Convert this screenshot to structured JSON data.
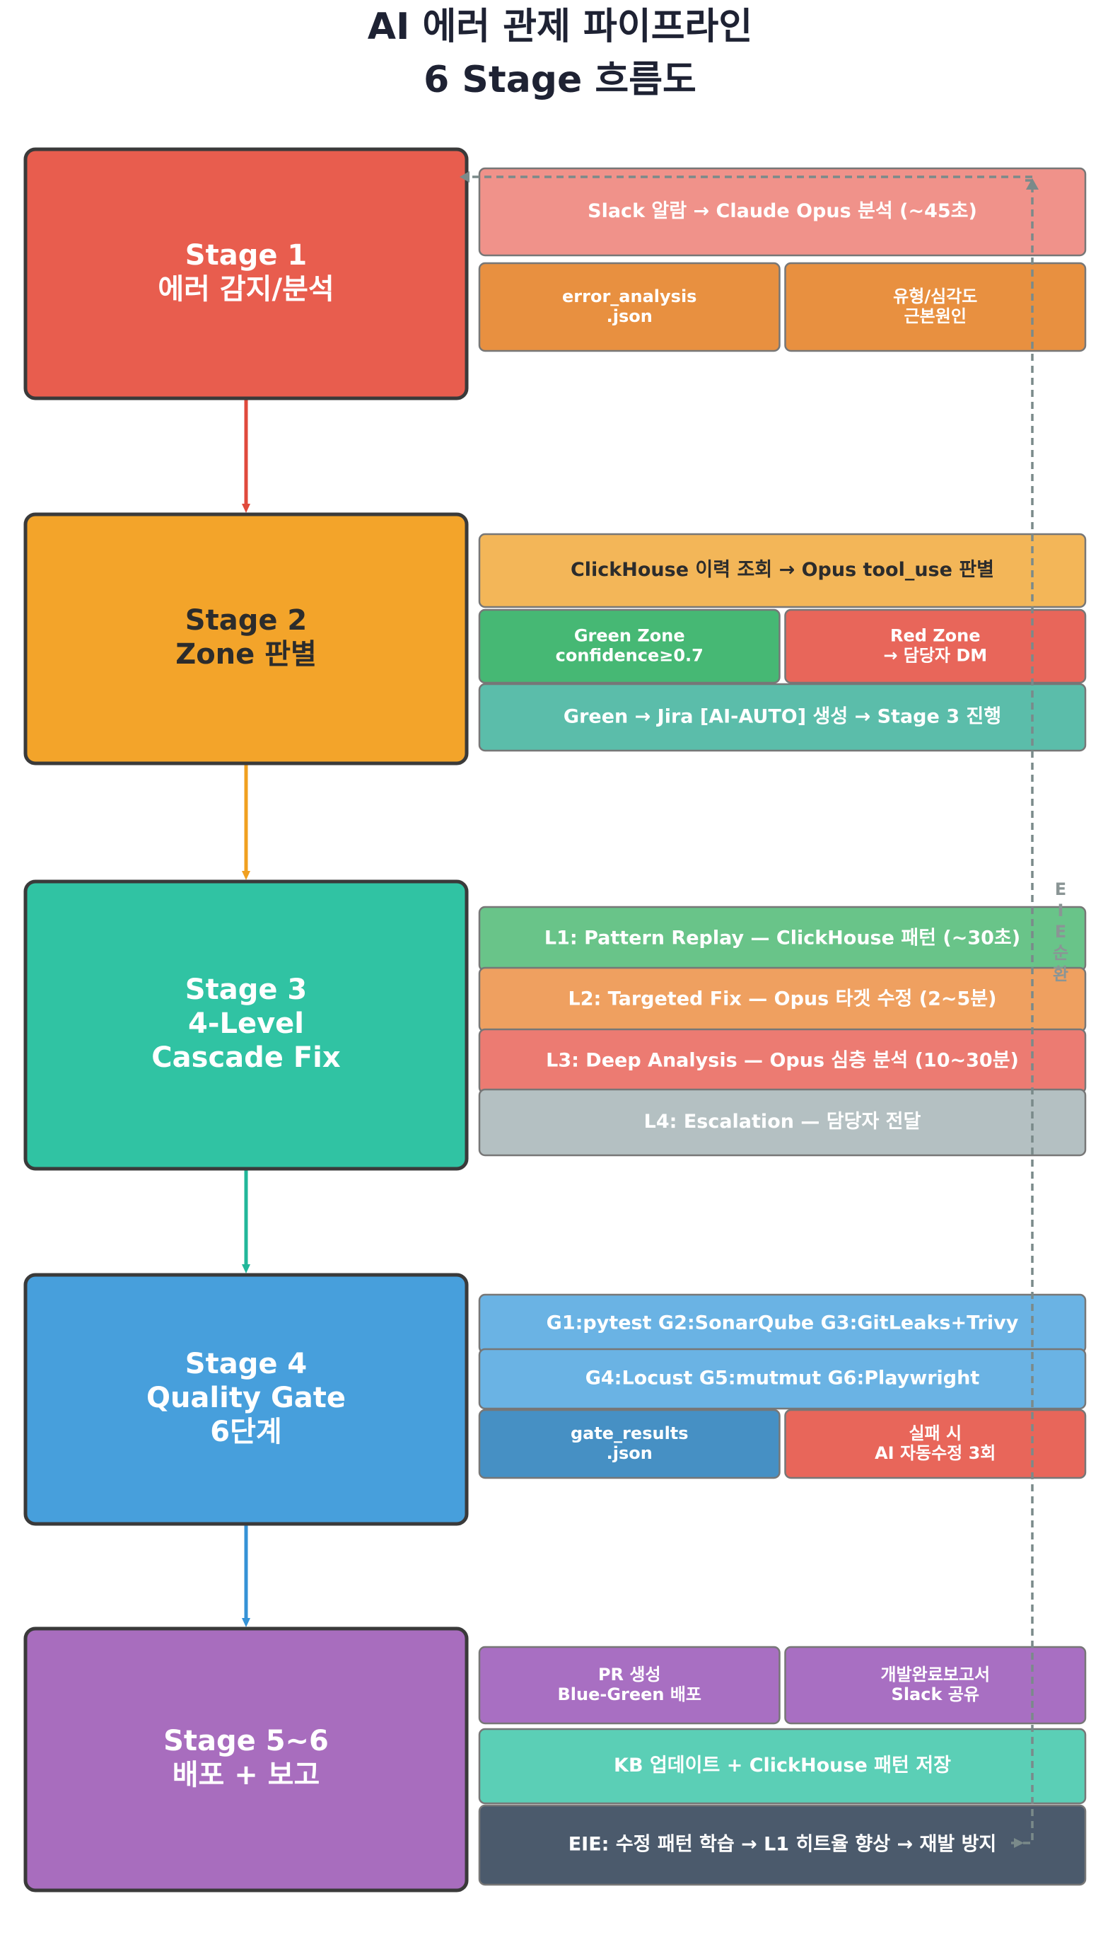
{
  "title": {
    "line1": "AI 에러 관제 파이프라인",
    "line2": "6 Stage 흐름도"
  },
  "colors": {
    "stage1": "#E85D4E",
    "stage2": "#F3A42A",
    "stage3": "#30C3A3",
    "stage4": "#479FDC",
    "stage5": "#A86DBE",
    "stage_border": "#3a3a3a",
    "loop_arrow": "#7a8a8a"
  },
  "stages": [
    {
      "id": "stage1",
      "lines": [
        "Stage 1",
        "에러 감지/분석"
      ],
      "text_color": "#ffffff",
      "rows": [
        [
          {
            "lines": [
              "Slack 알람 → Claude Opus 분석 (~45초)"
            ],
            "color": "#F0928A",
            "text_color": "#ffffff"
          }
        ],
        [
          {
            "lines": [
              "error_analysis",
              ".json"
            ],
            "color": "#E89040",
            "text_color": "#ffffff"
          },
          {
            "lines": [
              "유형/심각도",
              "근본원인"
            ],
            "color": "#E89040",
            "text_color": "#ffffff"
          }
        ]
      ]
    },
    {
      "id": "stage2",
      "lines": [
        "Stage 2",
        "Zone 판별"
      ],
      "text_color": "#2c2c2c",
      "rows": [
        [
          {
            "lines": [
              "ClickHouse 이력 조회 → Opus tool_use 판별"
            ],
            "color": "#F3B658",
            "text_color": "#2c2c2c"
          }
        ],
        [
          {
            "lines": [
              "Green Zone",
              "confidence≥0.7"
            ],
            "color": "#46B874",
            "text_color": "#ffffff"
          },
          {
            "lines": [
              "Red Zone",
              "→ 담당자 DM"
            ],
            "color": "#E8665A",
            "text_color": "#ffffff"
          }
        ],
        [
          {
            "lines": [
              "Green → Jira [AI-AUTO] 생성 → Stage 3 진행"
            ],
            "color": "#5BBDAA",
            "text_color": "#ffffff"
          }
        ]
      ]
    },
    {
      "id": "stage3",
      "lines": [
        "Stage 3",
        "4-Level",
        "Cascade Fix"
      ],
      "text_color": "#ffffff",
      "rows": [
        [
          {
            "lines": [
              "L1: Pattern Replay — ClickHouse 패턴 (~30초)"
            ],
            "color": "#69C489",
            "text_color": "#ffffff"
          }
        ],
        [
          {
            "lines": [
              "L2: Targeted Fix — Opus 타겟 수정 (2~5분)"
            ],
            "color": "#EFA060",
            "text_color": "#ffffff"
          }
        ],
        [
          {
            "lines": [
              "L3: Deep Analysis — Opus 심층 분석 (10~30분)"
            ],
            "color": "#EC7B72",
            "text_color": "#ffffff"
          }
        ],
        [
          {
            "lines": [
              "L4: Escalation — 담당자 전달"
            ],
            "color": "#B4C0C2",
            "text_color": "#ffffff"
          }
        ]
      ]
    },
    {
      "id": "stage4",
      "lines": [
        "Stage 4",
        "Quality Gate",
        "6단계"
      ],
      "text_color": "#ffffff",
      "rows": [
        [
          {
            "lines": [
              "G1:pytest   G2:SonarQube   G3:GitLeaks+Trivy"
            ],
            "color": "#6AB3E4",
            "text_color": "#ffffff"
          }
        ],
        [
          {
            "lines": [
              "G4:Locust   G5:mutmut   G6:Playwright"
            ],
            "color": "#6AB3E4",
            "text_color": "#ffffff"
          }
        ],
        [
          {
            "lines": [
              "gate_results",
              ".json"
            ],
            "color": "#4690C4",
            "text_color": "#ffffff"
          },
          {
            "lines": [
              "실패 시",
              "AI 자동수정 3회"
            ],
            "color": "#E8665A",
            "text_color": "#ffffff"
          }
        ]
      ]
    },
    {
      "id": "stage5",
      "lines": [
        "Stage 5~6",
        "배포 + 보고"
      ],
      "text_color": "#ffffff",
      "rows": [
        [
          {
            "lines": [
              "PR 생성",
              "Blue-Green 배포"
            ],
            "color": "#A86FC2",
            "text_color": "#ffffff"
          },
          {
            "lines": [
              "개발완료보고서",
              "Slack 공유"
            ],
            "color": "#A86FC2",
            "text_color": "#ffffff"
          }
        ],
        [
          {
            "lines": [
              "KB 업데이트 + ClickHouse 패턴 저장"
            ],
            "color": "#5BCFB6",
            "text_color": "#ffffff"
          }
        ],
        [
          {
            "lines": [
              "EIE: 수정 패턴 학습 → L1 히트율 향상 → 재발 방지"
            ],
            "color": "#4B5A6C",
            "text_color": "#ffffff"
          }
        ]
      ]
    }
  ],
  "loop_label": [
    "E",
    "I",
    "E",
    "순",
    "환"
  ]
}
